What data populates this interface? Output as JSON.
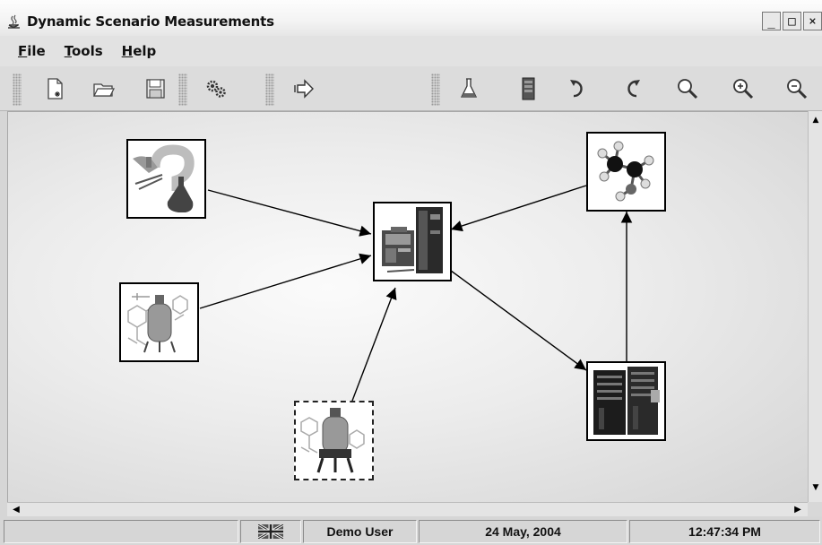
{
  "window": {
    "title": "Dynamic Scenario Measurements",
    "controls": [
      "_",
      "□",
      "×"
    ]
  },
  "menu": [
    {
      "label_u": "F",
      "label_rest": "ile"
    },
    {
      "label_u": "T",
      "label_rest": "ools"
    },
    {
      "label_u": "H",
      "label_rest": "elp"
    }
  ],
  "toolbar": {
    "icons": [
      "new-document-icon",
      "open-folder-icon",
      "save-disk-icon",
      "settings-gears-icon",
      "exit-arrow-icon",
      "flask-icon",
      "server-icon",
      "undo-icon",
      "redo-icon",
      "magnifier-icon",
      "zoom-in-icon",
      "zoom-out-icon"
    ]
  },
  "diagram": {
    "nodes": [
      {
        "id": "experiment-setup",
        "icon": "chemistry-question-icon"
      },
      {
        "id": "reactor-a",
        "icon": "reactor-vessel-icon"
      },
      {
        "id": "reactor-b",
        "icon": "reactor-vessel-icon",
        "selected": true
      },
      {
        "id": "compute-center",
        "icon": "computer-server-icon"
      },
      {
        "id": "molecule",
        "icon": "molecule-model-icon"
      },
      {
        "id": "storage-rack",
        "icon": "server-rack-icon"
      }
    ],
    "edges": [
      {
        "from": "experiment-setup",
        "to": "compute-center"
      },
      {
        "from": "reactor-a",
        "to": "compute-center"
      },
      {
        "from": "reactor-b",
        "to": "compute-center"
      },
      {
        "from": "molecule",
        "to": "compute-center"
      },
      {
        "from": "compute-center",
        "to": "storage-rack"
      },
      {
        "from": "storage-rack",
        "to": "molecule"
      }
    ]
  },
  "status": {
    "message": "",
    "locale_icon": "uk-flag-icon",
    "user": "Demo User",
    "date": "24 May, 2004",
    "time": "12:47:34 PM"
  }
}
